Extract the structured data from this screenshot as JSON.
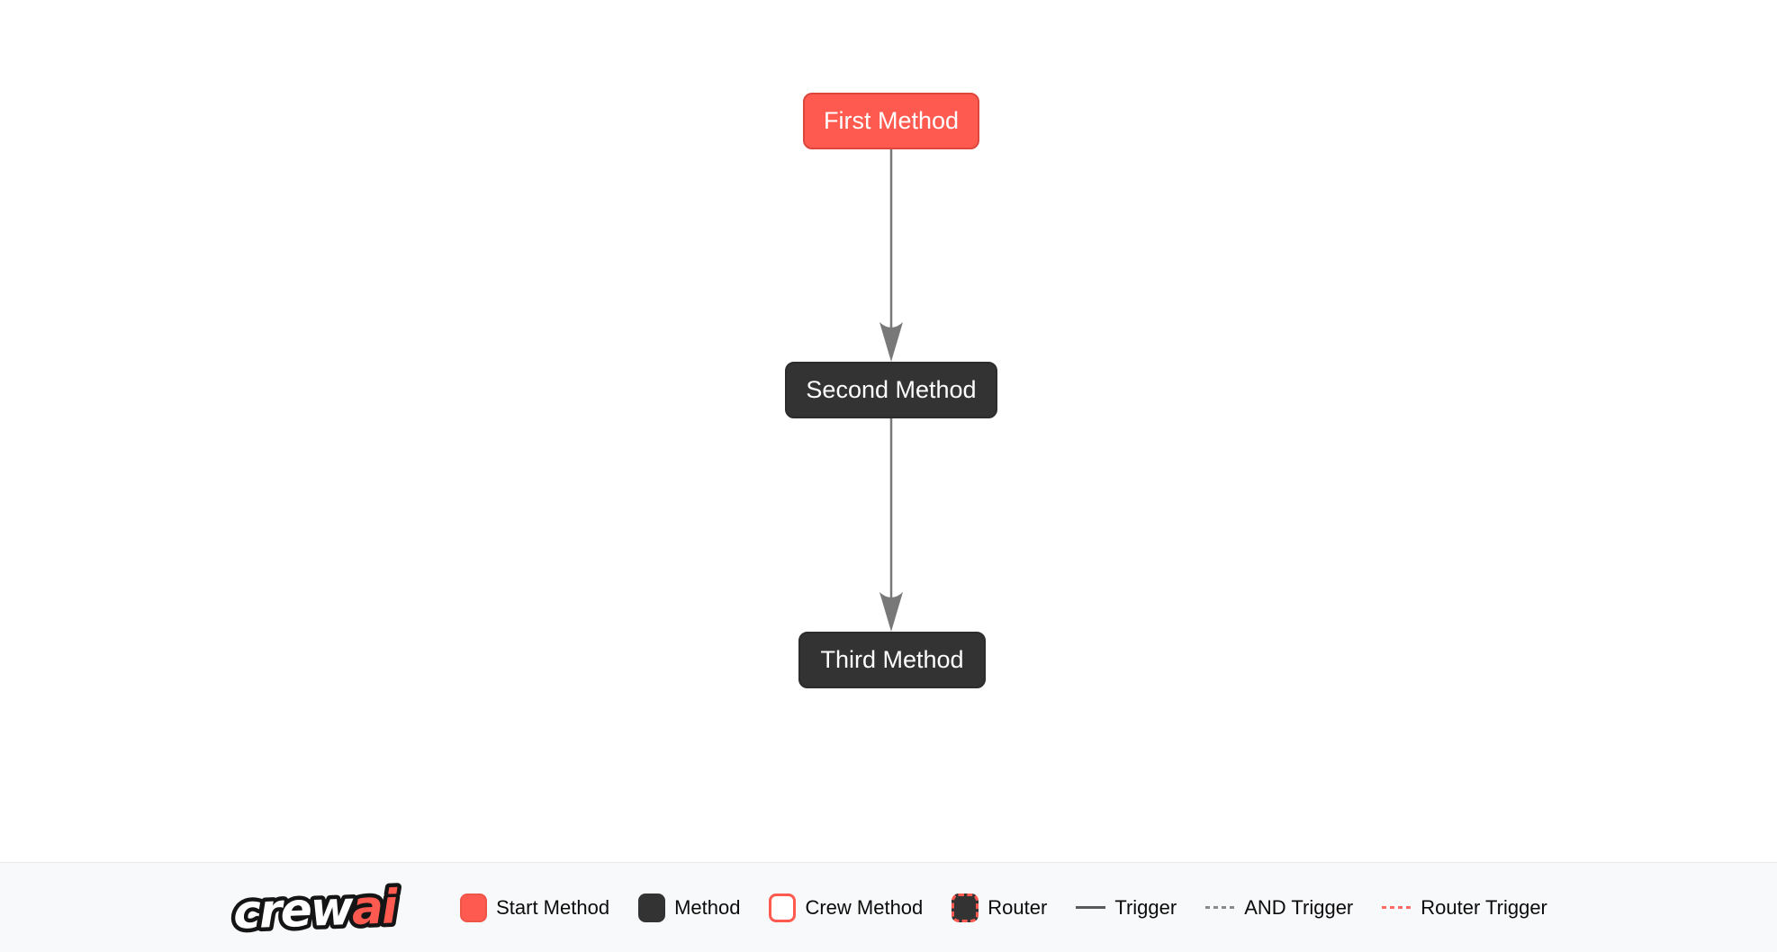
{
  "diagram": {
    "nodes": [
      {
        "id": "first_method",
        "label": "First Method",
        "type": "start-method"
      },
      {
        "id": "second_method",
        "label": "Second Method",
        "type": "method"
      },
      {
        "id": "third_method",
        "label": "Third Method",
        "type": "method"
      }
    ],
    "edges": [
      {
        "from": "first_method",
        "to": "second_method",
        "type": "trigger"
      },
      {
        "from": "second_method",
        "to": "third_method",
        "type": "trigger"
      }
    ]
  },
  "logo": {
    "part1": "crew",
    "part2": "ai"
  },
  "legend": {
    "items": [
      {
        "label": "Start Method",
        "marker": "start-method-swatch"
      },
      {
        "label": "Method",
        "marker": "method-swatch"
      },
      {
        "label": "Crew Method",
        "marker": "crew-method-swatch"
      },
      {
        "label": "Router",
        "marker": "router-swatch"
      },
      {
        "label": "Trigger",
        "marker": "trigger-line"
      },
      {
        "label": "AND Trigger",
        "marker": "and-trigger-line"
      },
      {
        "label": "Router Trigger",
        "marker": "router-trigger-line"
      }
    ]
  },
  "colors": {
    "start_method": "#FF5A50",
    "start_method_border": "#DE463D",
    "method": "#333333",
    "edge": "#787878",
    "and_trigger": "#8a8a8a",
    "router_trigger": "#ff6b61",
    "legend_background": "#f8f9fa"
  }
}
